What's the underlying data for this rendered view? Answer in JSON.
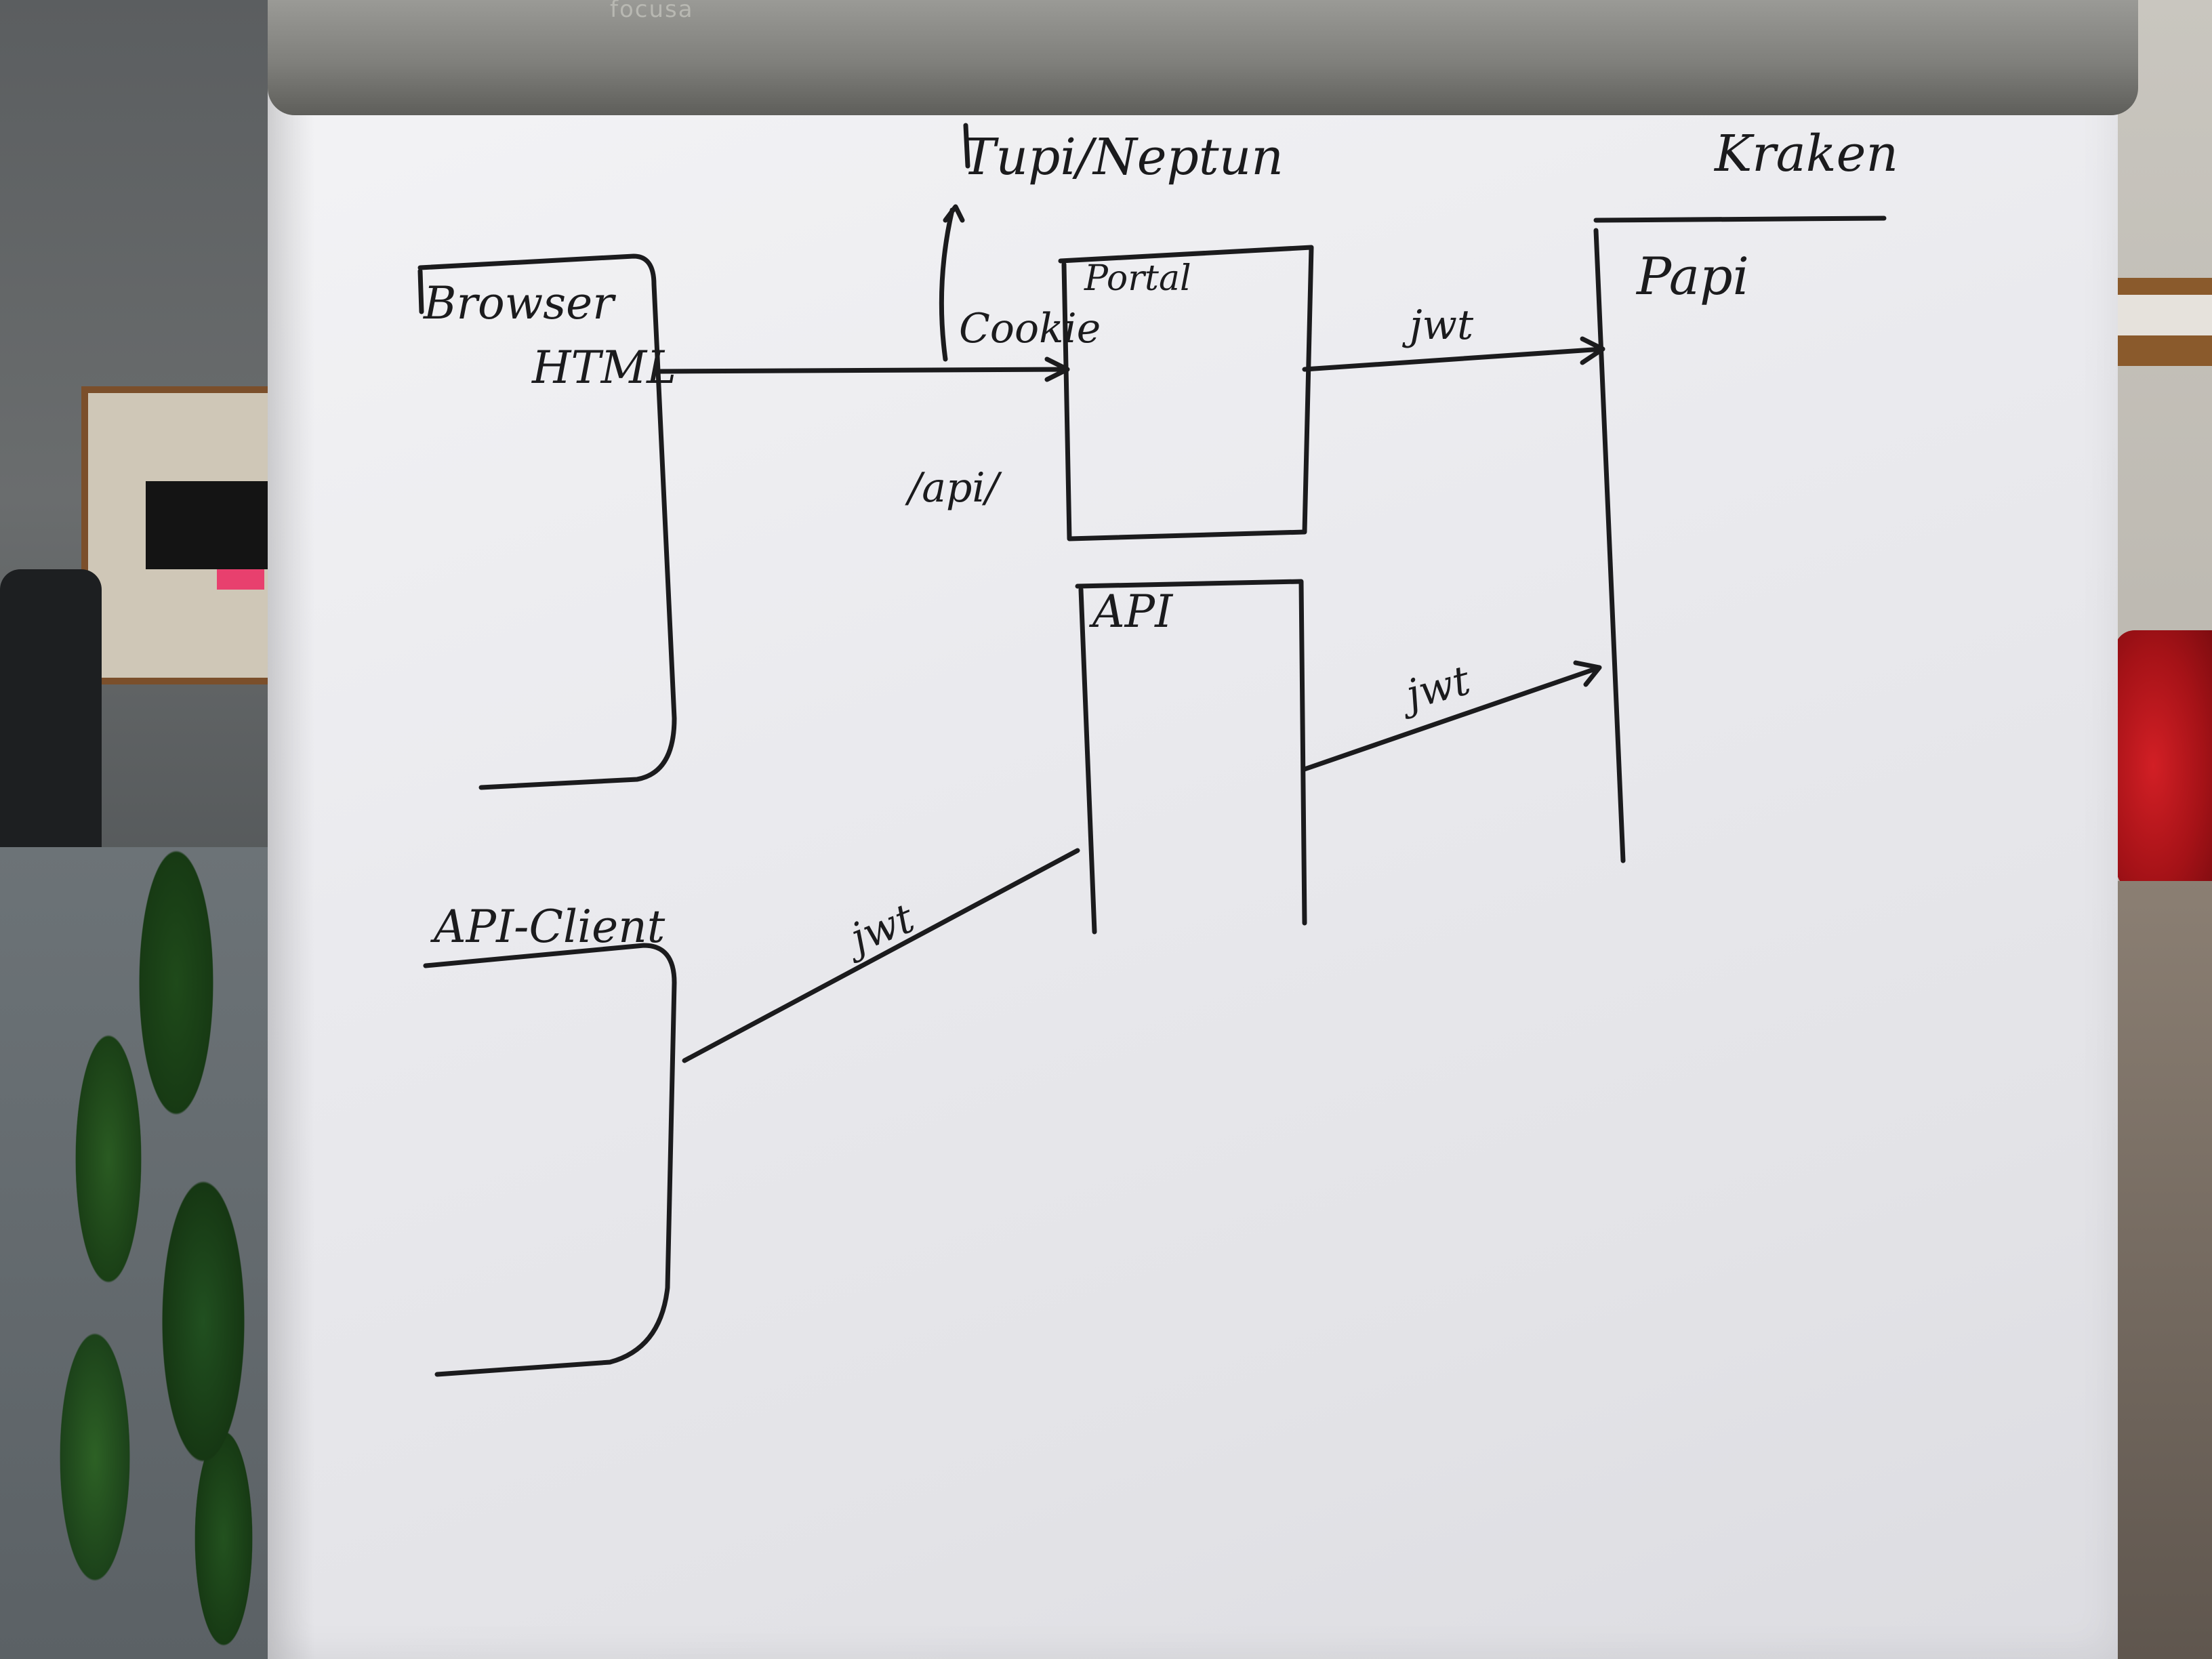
{
  "flipchart": {
    "brand": "focusa"
  },
  "regions": {
    "middle": "Tupi/Neptun",
    "right": "Kraken"
  },
  "boxes": {
    "browser": "Browser",
    "browser_html": "HTML",
    "portal": "Portal",
    "api": "API",
    "api_client": "API-Client",
    "papi": "Papi"
  },
  "labels": {
    "cookie": "Cookie",
    "api_path": "/api/",
    "jwt_portal_papi": "jwt",
    "jwt_api_papi": "jwt",
    "jwt_client_api": "jwt"
  },
  "colors": {
    "ink": "#1b1b1d",
    "paper": "#ececf0"
  }
}
